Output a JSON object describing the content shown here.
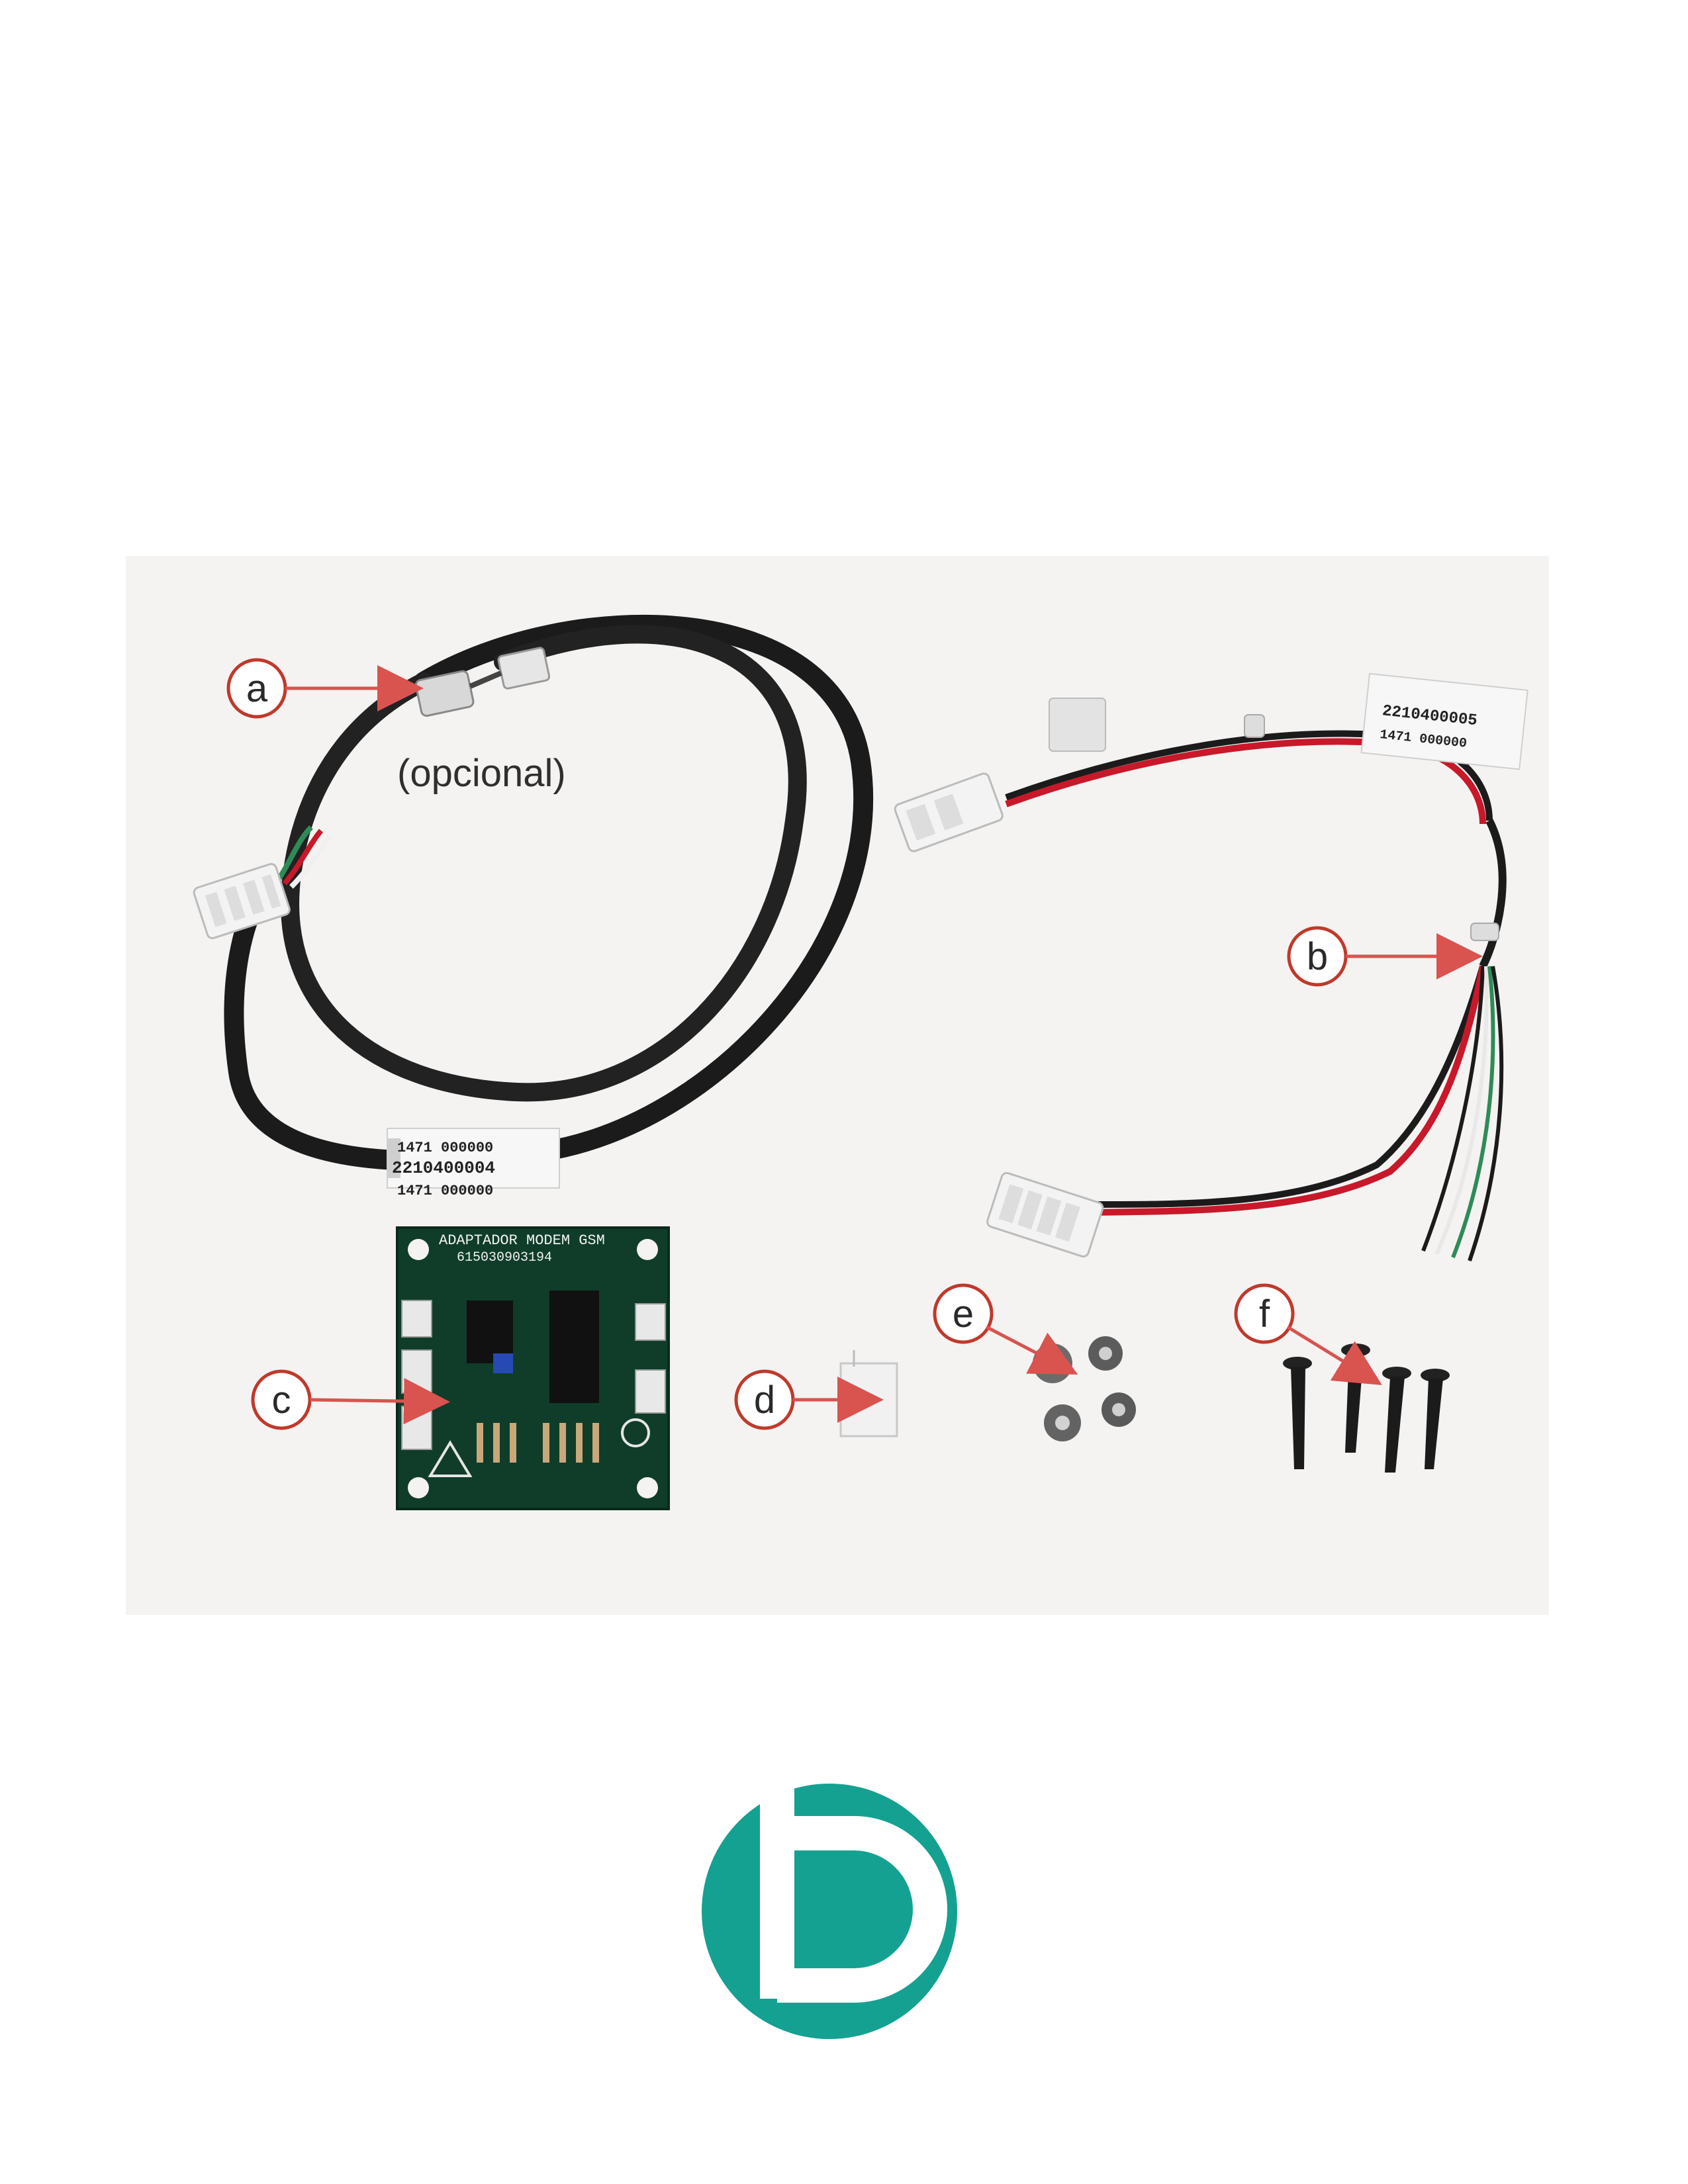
{
  "callouts": {
    "a": "a",
    "b": "b",
    "c": "c",
    "d": "d",
    "e": "e",
    "f": "f"
  },
  "annotations": {
    "optional_note": "(opcional)"
  },
  "cable_a_labels": {
    "line1": "1471  000000",
    "line2": "2210400004",
    "line3": "1471  000000"
  },
  "cable_b_labels": {
    "line1": "2210400005",
    "line2": "1471  000000"
  },
  "board": {
    "title": "ADAPTADOR MODEM GSM",
    "part_number": "615030903194"
  },
  "colors": {
    "callout_arrow": "#d9534f",
    "callout_circle": "#c0392b",
    "logo": "#14a191",
    "pcb": "#0f3d2a",
    "cable_black": "#1b1b1b",
    "wire_red": "#c8182a"
  },
  "icons": {
    "logo": "p-brand-logo"
  }
}
